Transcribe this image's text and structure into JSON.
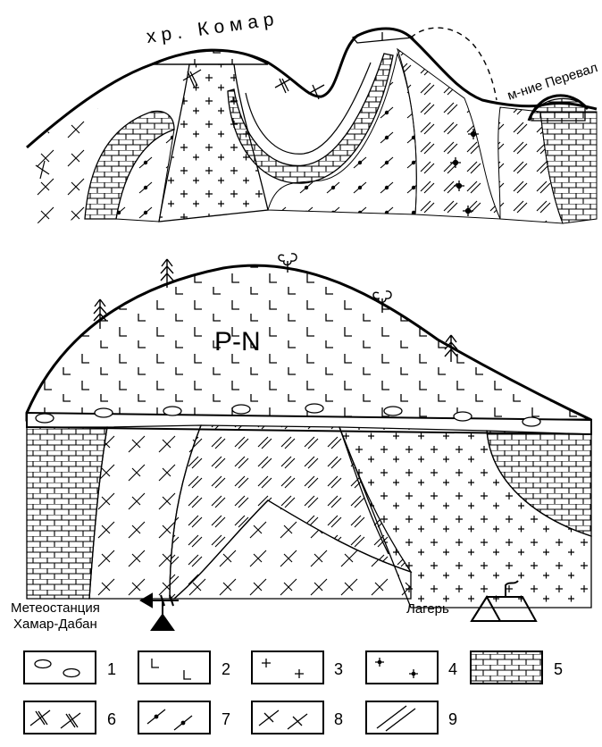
{
  "labels": {
    "ridge": "хр. Комар",
    "deposit": "м-ние Перевал",
    "formation": "P-N",
    "station_line1": "Метеостанция",
    "station_line2": "Хамар-Дабан",
    "camp": "Лагерь"
  },
  "legend": [
    {
      "id": "1",
      "pattern": "ovals"
    },
    {
      "id": "2",
      "pattern": "basalt-L"
    },
    {
      "id": "3",
      "pattern": "plus"
    },
    {
      "id": "4",
      "pattern": "star-cross"
    },
    {
      "id": "5",
      "pattern": "limestone-bricks"
    },
    {
      "id": "6",
      "pattern": "double-tick"
    },
    {
      "id": "7",
      "pattern": "dot-tick"
    },
    {
      "id": "8",
      "pattern": "single-tick"
    },
    {
      "id": "9",
      "pattern": "double-lines"
    }
  ],
  "colors": {
    "ink": "#000000",
    "paper": "#ffffff"
  }
}
